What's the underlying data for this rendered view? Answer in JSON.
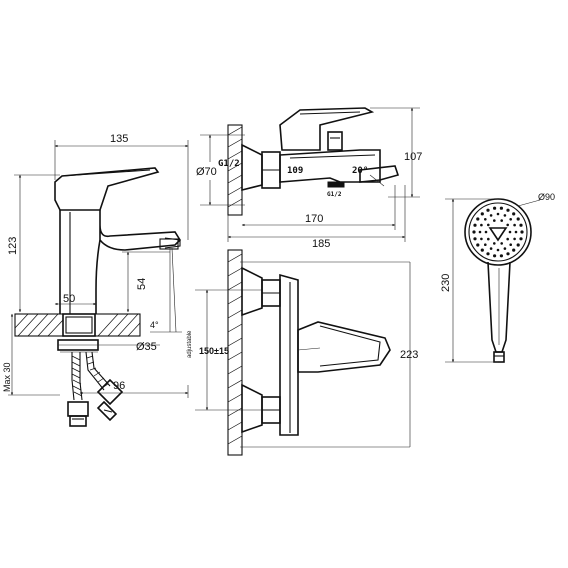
{
  "basin_mixer": {
    "dim_width": "135",
    "dim_height": "123",
    "dim_spout_height": "54",
    "dim_spout_reach": "50",
    "dim_angle": "4°",
    "dim_hole": "Ø35",
    "dim_hose": "96",
    "dim_max": "Max 30"
  },
  "bath_mixer_top": {
    "dim_diameter": "Ø70",
    "dim_thread_left": "G1/2",
    "dim_depth": "109",
    "dim_angle": "20°",
    "dim_thread_bottom": "G1/2",
    "dim_height": "107",
    "dim_inner_length": "170",
    "dim_outer_length": "185"
  },
  "bath_mixer_front": {
    "dim_spacing": "150±15",
    "dim_spacing_note": "adjustable",
    "dim_height": "223"
  },
  "hand_shower": {
    "dim_diameter": "Ø90",
    "dim_length": "230"
  }
}
